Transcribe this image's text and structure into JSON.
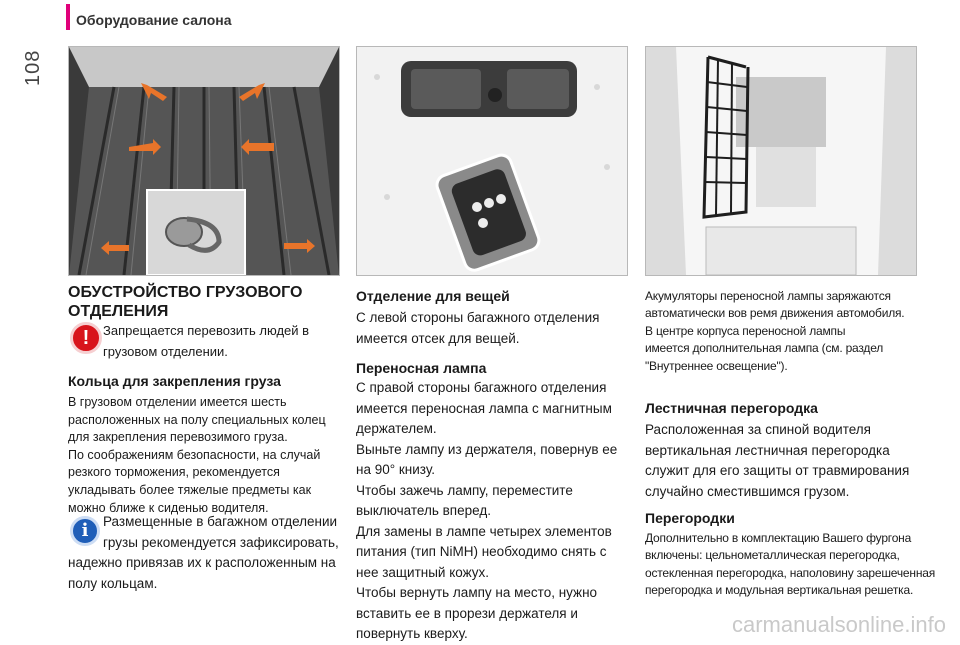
{
  "page": {
    "number": "108",
    "section_title": "Оборудование салона",
    "watermark": "carmanualsonline.info"
  },
  "col1": {
    "heading": "ОБУСТРОЙСТВО ГРУЗОВОГО\nОТДЕЛЕНИЯ",
    "warning_text": "Запрещается перевозить людей в\nгрузовом отделении.",
    "rings_heading": "Кольца для закрепления груза",
    "rings_text": "В грузовом отделении имеется шесть\nрасположенных на полу специальных колец\nдля закрепления перевозимого груза.\nПо соображениям безопасности, на случай\nрезкого торможения, рекомендуется\nукладывать более тяжелые предметы как\nможно ближе к сиденью водителя.",
    "info_text_first": "Размещенные в багажном отделении\nгрузы рекомендуется зафиксировать,",
    "info_text_rest": "надежно привязав их к расположенным на\nполу кольцам."
  },
  "col2": {
    "storage_heading": "Отделение для вещей",
    "storage_text": "С левой стороны багажного отделения\nимеется отсек для вещей.",
    "lamp_heading": "Переносная лампа",
    "lamp_text": "С правой стороны багажного отделения\nимеется переносная лампа с магнитным\nдержателем.\nВыньте лампу из держателя, повернув ее\nна 90° книзу.\nЧтобы зажечь лампу, переместите\nвыключатель вперед.\nДля замены в лампе четырех элементов\nпитания (тип NiMH) необходимо снять с\nнее защитный кожух.\nЧтобы вернуть лампу на место, нужно\nвставить ее в прорези держателя и\nповернуть кверху."
  },
  "col3": {
    "battery_text": "Акумуляторы переносной лампы заряжаются\nавтоматически вов ремя движения автомобиля.\nВ центре корпуса переносной лампы\nимеется дополнительная лампа (см. раздел\n\"Внутреннее освещение\").",
    "ladder_heading": "Лестничная перегородка",
    "ladder_text": "Расположенная за спиной водителя\nвертикальная лестничная перегородка\nслужит для его защиты от травмирования\nслучайно сместившимся грузом.",
    "partitions_heading": "Перегородки",
    "partitions_text": "Дополнительно в комплектацию Вашего фургона\nвключены: цельнометаллическая перегородка,\nостекленная перегородка, наполовину зарешеченная\nперегородка и модульная вертикальная решетка."
  },
  "colors": {
    "accent": "#e0007a",
    "warning_red": "#d8141c",
    "info_blue": "#1f5eb8",
    "arrow_orange": "#e8742a"
  },
  "icons": {
    "warning": "exclamation-icon",
    "info": "info-icon"
  },
  "glyphs": {
    "warning": "!",
    "info": "i"
  }
}
